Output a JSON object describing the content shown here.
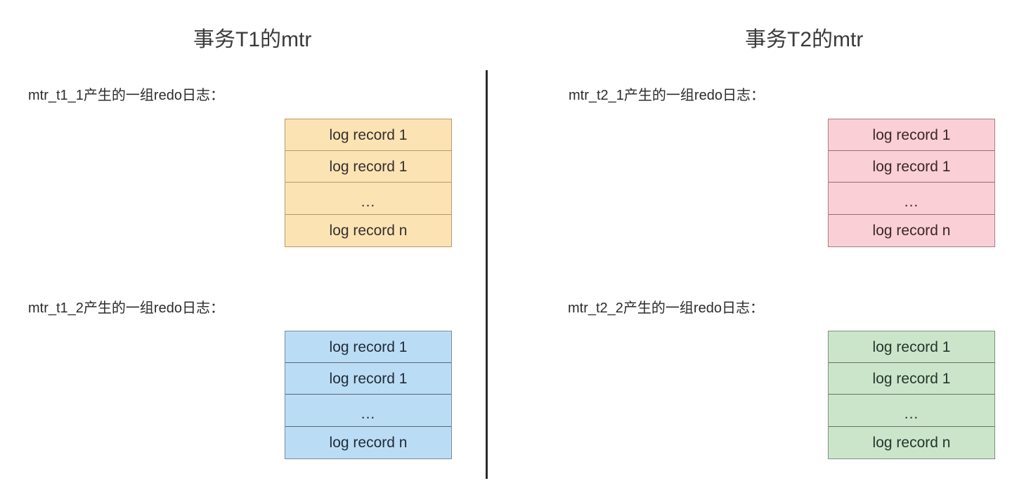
{
  "diagram": {
    "columns": [
      {
        "id": "t1",
        "title": "事务T1的mtr"
      },
      {
        "id": "t2",
        "title": "事务T2的mtr"
      }
    ],
    "divider": {
      "present": true,
      "color": "#2b2b2b"
    },
    "groups": [
      {
        "id": "t1-1",
        "caption": "mtr_t1_1产生的一组redo日志：",
        "color_name": "orange",
        "fill": "#fce3b4",
        "stroke": "#b59b63",
        "rows": [
          "log record 1",
          "log record 1",
          "...",
          "log record n"
        ]
      },
      {
        "id": "t1-2",
        "caption": "mtr_t1_2产生的一组redo日志：",
        "color_name": "blue",
        "fill": "#bbdcf5",
        "stroke": "#5a6672",
        "rows": [
          "log record 1",
          "log record 1",
          "...",
          "log record n"
        ]
      },
      {
        "id": "t2-1",
        "caption": "mtr_t2_1产生的一组redo日志：",
        "color_name": "pink",
        "fill": "#fbcfd6",
        "stroke": "#8d7076",
        "rows": [
          "log record 1",
          "log record 1",
          "...",
          "log record n"
        ]
      },
      {
        "id": "t2-2",
        "caption": "mtr_t2_2产生的一组redo日志：",
        "color_name": "green",
        "fill": "#cbe5cb",
        "stroke": "#63756a",
        "rows": [
          "log record 1",
          "log record 1",
          "...",
          "log record n"
        ]
      }
    ]
  }
}
